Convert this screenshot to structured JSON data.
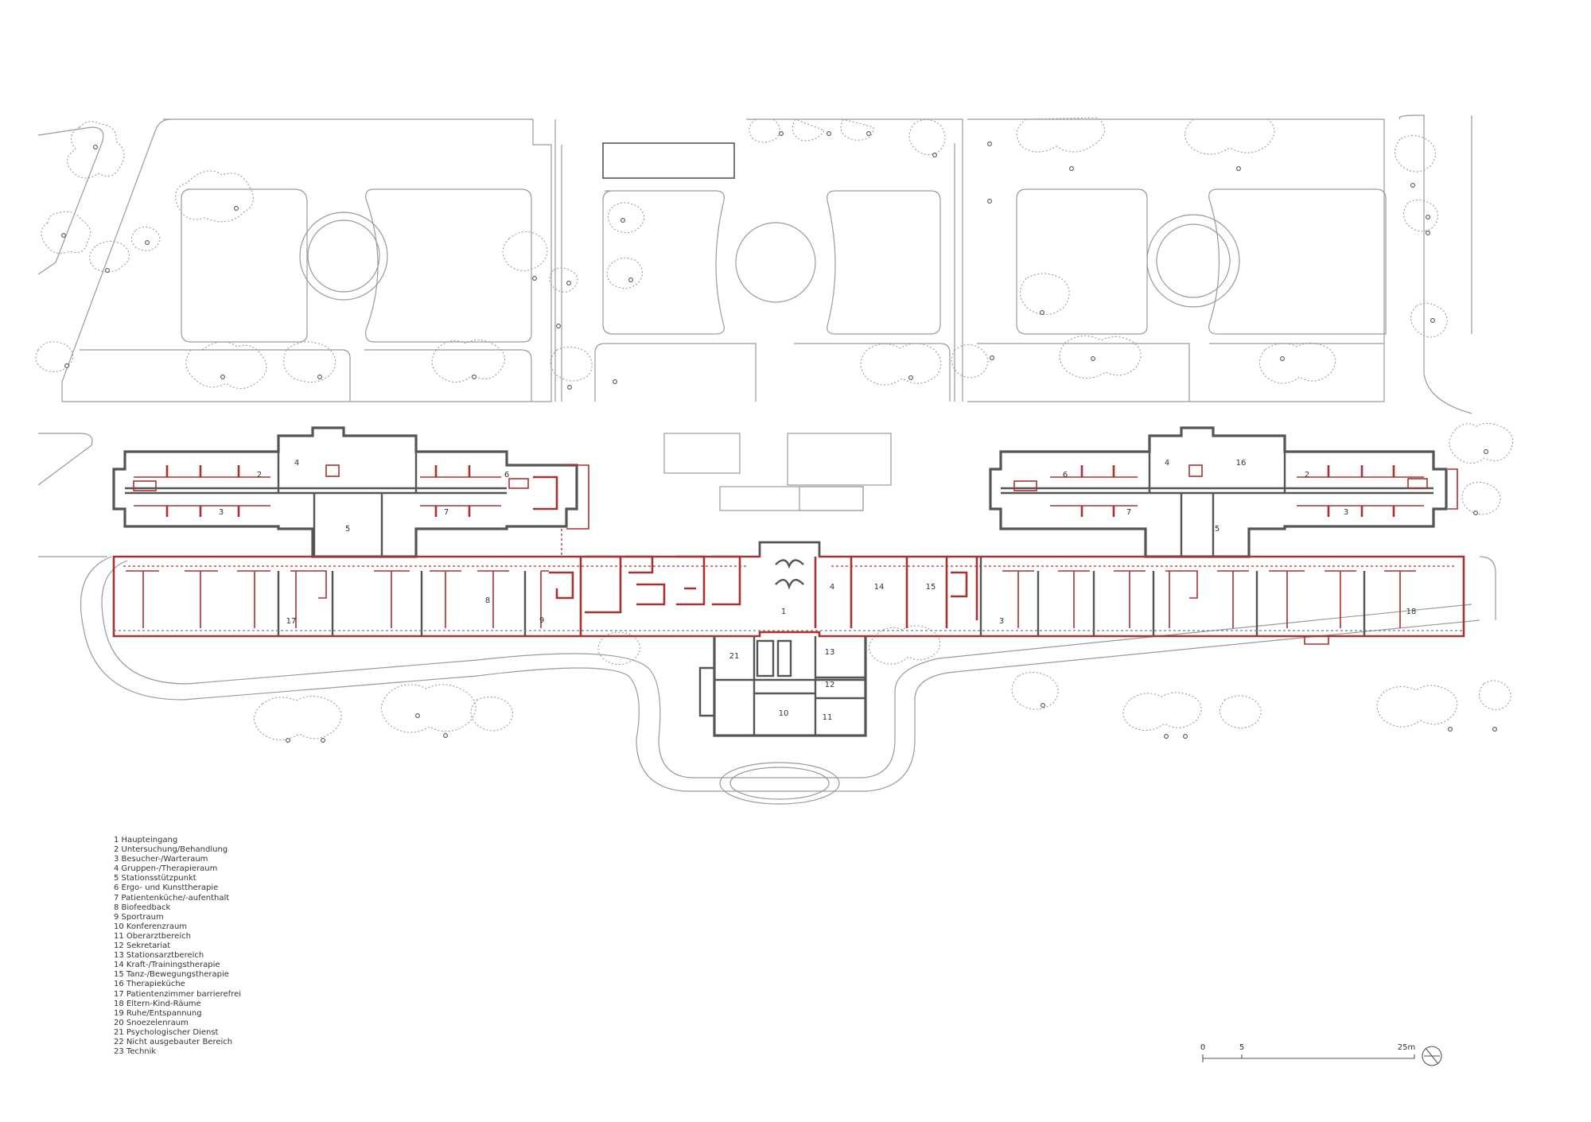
{
  "legend": [
    "1 Haupteingang",
    "2 Untersuchung/Behandlung",
    "3 Besucher-/Warteraum",
    "4 Gruppen-/Therapieraum",
    "5 Stationsstützpunkt",
    "6 Ergo- und Kunsttherapie",
    "7 Patientenküche/-aufenthalt",
    "8 Biofeedback",
    "9 Sportraum",
    "10 Konferenzraum",
    "11 Oberarztbereich",
    "12 Sekretariat",
    "13 Stationsarztbereich",
    "14 Kraft-/Trainingstherapie",
    "15 Tanz-/Bewegungstherapie",
    "16 Therapieküche",
    "17 Patientenzimmer barrierefrei",
    "18 Eltern-Kind-Räume",
    "19 Ruhe/Entspannung",
    "20 Snoezelenraum",
    "21 Psychologischer Dienst",
    "22 Nicht ausgebauter Bereich",
    "23 Technik"
  ],
  "room_labels": {
    "west_wing": [
      "2",
      "4",
      "6",
      "3",
      "7",
      "5"
    ],
    "main_block": [
      "17",
      "8",
      "9",
      "1",
      "4",
      "14",
      "15",
      "3",
      "18"
    ],
    "east_wing": [
      "6",
      "4",
      "16",
      "2",
      "7",
      "3",
      "5"
    ],
    "center_annex": [
      "21",
      "13",
      "12",
      "10",
      "11"
    ]
  },
  "scale_bar": {
    "label_0": "0",
    "label_5": "5",
    "label_25": "25m"
  },
  "colors": {
    "renovated": "#a83232",
    "existing": "#555555",
    "site": "#9a9a9a"
  },
  "icons": [
    "north-arrow-icon"
  ]
}
